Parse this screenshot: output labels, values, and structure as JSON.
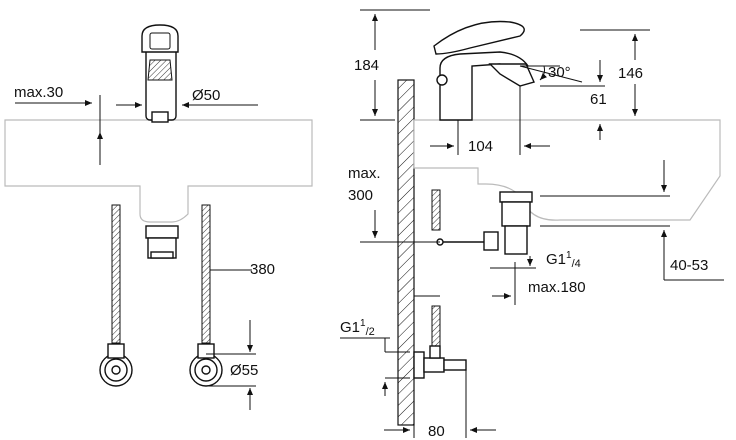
{
  "front_view": {
    "max_overhang": "max.30",
    "spout_diameter": "Ø50",
    "hose_length": "380",
    "rosette_diameter": "Ø55"
  },
  "side_view": {
    "total_height": "184",
    "spout_height": "146",
    "lever_angle": "30°",
    "outlet_height": "61",
    "projection": "104",
    "max_depth_line1": "max.",
    "max_depth_line2": "300",
    "waste_thread_main": "G1",
    "waste_thread_sup": "1",
    "waste_thread_sub": "/4",
    "max_waste_length": "max.180",
    "basin_thickness": "40-53",
    "valve_thread_main": "G1",
    "valve_thread_sup": "1",
    "valve_thread_sub": "/2",
    "valve_distance": "80"
  }
}
